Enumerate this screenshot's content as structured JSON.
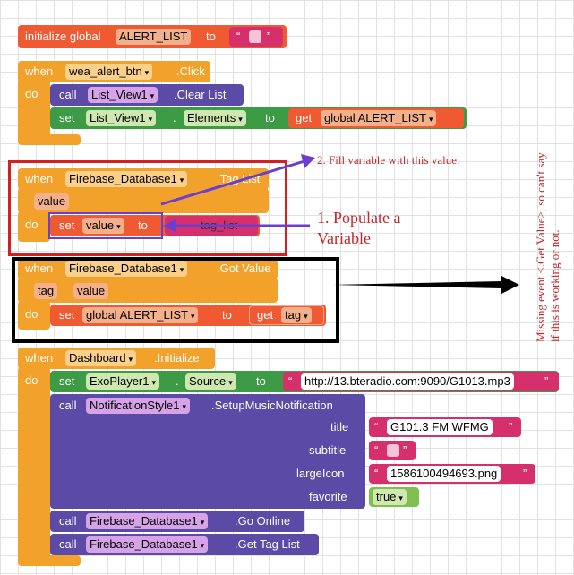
{
  "block1": {
    "prefix": "initialize global",
    "var": "ALERT_LIST",
    "to": "to",
    "quote_open": "“",
    "quote_close": "”"
  },
  "block2": {
    "when": "when",
    "component": "wea_alert_btn",
    "event": ".Click",
    "do": "do",
    "call": "call",
    "list_view": "List_View1",
    "method": ".Clear List",
    "set": "set",
    "dot": ".",
    "prop": "Elements",
    "to": "to",
    "get": "get",
    "get_var": "global ALERT_LIST"
  },
  "block3": {
    "when": "when",
    "component": "Firebase_Database1",
    "event": ".Tag List",
    "param": "value",
    "do": "do",
    "set": "set",
    "var": "value",
    "to": "to",
    "hidden_text": "tag_list"
  },
  "block4": {
    "when": "when",
    "component": "Firebase_Database1",
    "event": ".Got Value",
    "param1": "tag",
    "param2": "value",
    "do": "do",
    "set": "set",
    "var": "global ALERT_LIST",
    "to": "to",
    "get": "get",
    "get_var": "tag"
  },
  "block5": {
    "when": "when",
    "component": "Dashboard",
    "event": ".Initialize",
    "do": "do",
    "set": "set",
    "player": "ExoPlayer1",
    "dot": ".",
    "prop": "Source",
    "to": "to",
    "source": "http://13.bteradio.com:9090/G1013.mp3",
    "call": "call",
    "notif": "NotificationStyle1",
    "notif_method": ".SetupMusicNotification",
    "title_label": "title",
    "title_value": "G101.3 FM WFMG",
    "subtitle_label": "subtitle",
    "largeicon_label": "largeIcon",
    "largeicon_value": "1586100494693.png",
    "favorite_label": "favorite",
    "favorite_value": "true",
    "firebase": "Firebase_Database1",
    "go_online": ".Go Online",
    "get_tag_list": ".Get Tag List"
  },
  "annotations": {
    "fill": "2. Fill variable with this value.",
    "populate_1": "1. Populate a",
    "populate_2": "Variable",
    "side_note_1": "Missing event <.Get Value>, so can't say",
    "side_note_2": "if this is working or not."
  },
  "colors": {
    "event": "#f2a12a",
    "variable": "#ef5a33",
    "procedure": "#5b4aa6",
    "component": "#3d9b46",
    "text": "#d6306c",
    "logic": "#7fbf4f",
    "annotation": "#c1272d",
    "arrow": "#6a3fd0"
  }
}
